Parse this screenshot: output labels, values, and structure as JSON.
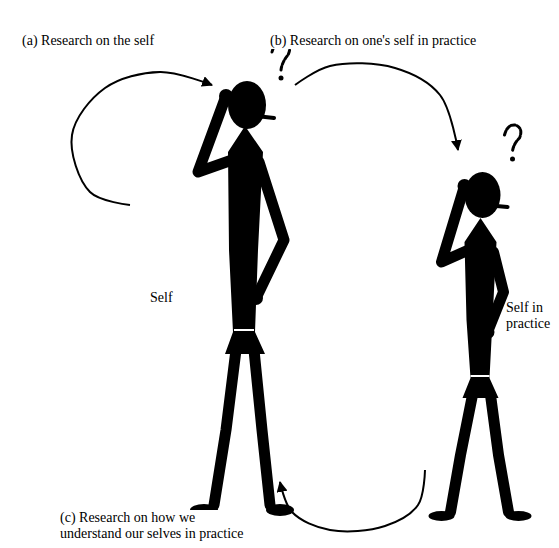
{
  "diagram": {
    "nodes": [
      {
        "text": [
          "Self"
        ]
      },
      {
        "text": [
          "Self in practice"
        ]
      }
    ],
    "edges": [
      {
        "from": 0,
        "to": 0,
        "arrow": "to",
        "label": "(a) Research on the self"
      },
      {
        "from": 0,
        "to": 1,
        "arrow": "to",
        "label": "(b) Research on one's self in practice"
      },
      {
        "from": 1,
        "to": 0,
        "arrow": "to",
        "label": "(c) Research on how we understand our selves in practice"
      }
    ]
  }
}
